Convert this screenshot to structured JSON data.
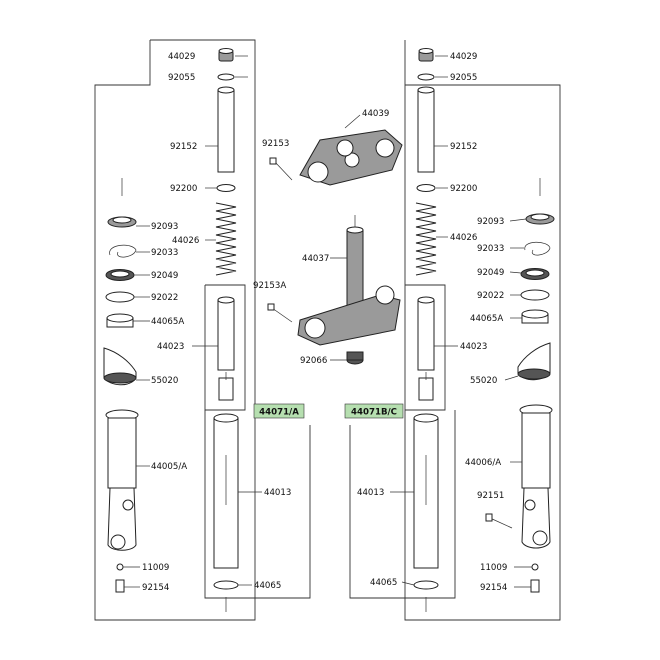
{
  "left_labels": {
    "cap_bolt": "44029",
    "o_ring": "92055",
    "fork_tube": "92152",
    "washer": "92200",
    "spring": "44026",
    "oil_seal": "92093",
    "circlip": "92033",
    "washer_seal": "92049",
    "bush_a": "92022",
    "bush_b": "44065A",
    "cylinder": "44023",
    "cover": "55020",
    "outer_tube": "44005/A",
    "inner_tube": "44013",
    "guide_bush": "44065",
    "gasket": "11009",
    "bottom_bolt": "92154"
  },
  "center_labels": {
    "upper_bracket": "44039",
    "bracket_bolt": "92153",
    "stem": "44037",
    "stem_bolt": "92153A",
    "stem_nut": "92066"
  },
  "right_labels": {
    "cap_bolt": "44029",
    "o_ring": "92055",
    "fork_tube": "92152",
    "washer": "92200",
    "oil_seal": "92093",
    "spring": "44026",
    "circlip": "92033",
    "washer_seal": "92049",
    "bush_a": "92022",
    "bush_b": "44065A",
    "cylinder": "44023",
    "cover": "55020",
    "outer_tube": "44006/A",
    "axle_bolt": "92151",
    "inner_tube": "44013",
    "gasket": "11009",
    "guide_bush": "44065",
    "bottom_bolt": "92154"
  },
  "assemblies": {
    "left": "44071/A",
    "right": "44071B/C"
  },
  "colors": {
    "assembly_highlight": "#b6dfb0",
    "line": "#333333"
  }
}
